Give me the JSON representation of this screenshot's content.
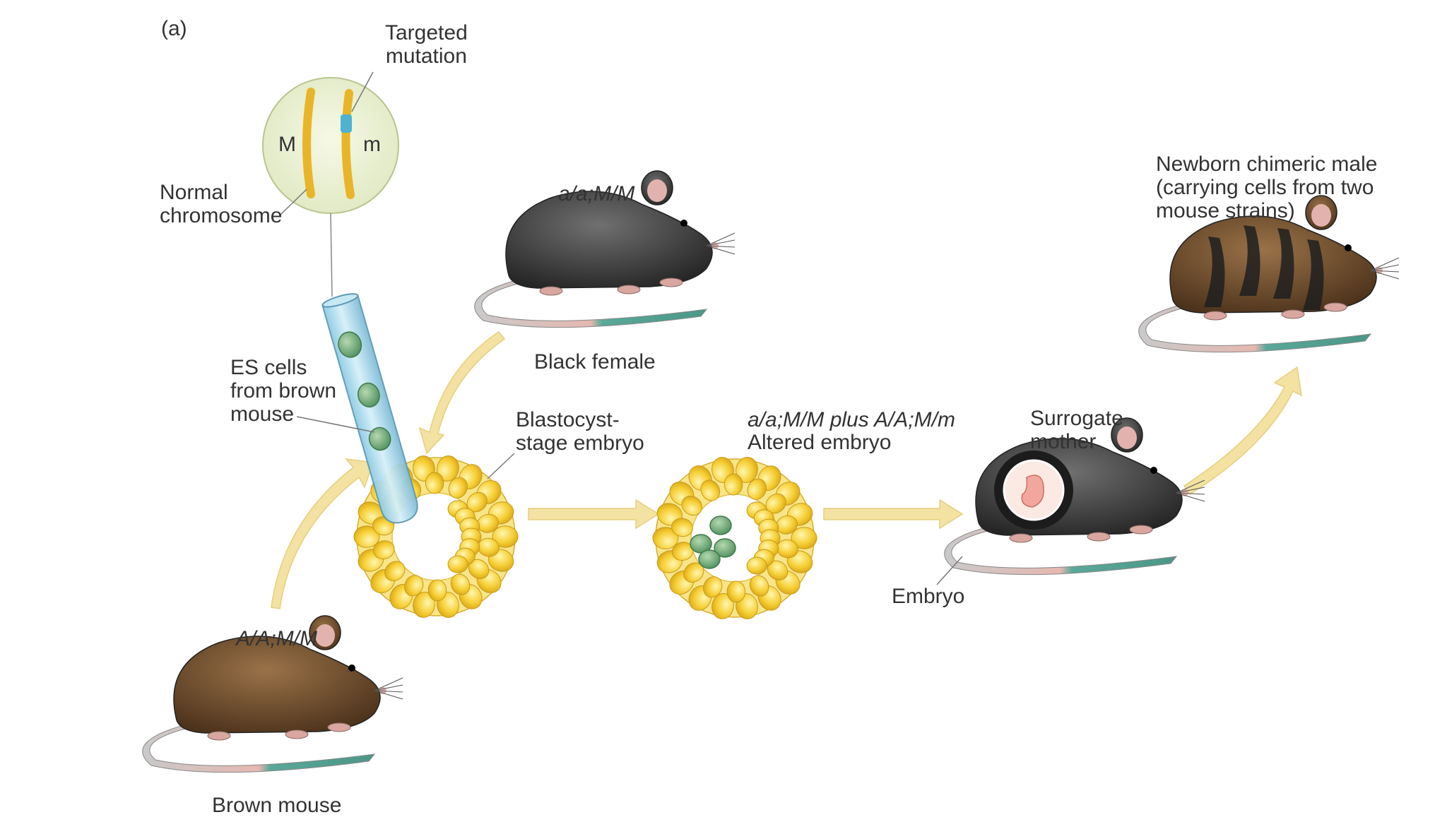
{
  "panel_label": "(a)",
  "labels": {
    "targeted_mutation": "Targeted\nmutation",
    "normal_chromosome": "Normal\nchromosome",
    "chrom_M": "M",
    "chrom_m": "m",
    "es_cells": "ES cells\nfrom brown\nmouse",
    "black_female_genotype": "a/a;M/M",
    "black_female": "Black female",
    "blastocyst": "Blastocyst-\nstage embryo",
    "altered_genotype": "a/a;M/M plus A/A;M/m",
    "altered_embryo": "Altered embryo",
    "surrogate": "Surrogate\nmother",
    "embryo": "Embryo",
    "newborn": "Newborn chimeric male\n(carrying cells from two\nmouse strains)",
    "brown_genotype": "A/A;M/M",
    "brown_mouse": "Brown mouse"
  },
  "colors": {
    "arrow": "#f3e2a2",
    "cell_yellow": "#f6cf35",
    "es_green": "#6faa78",
    "black_mouse": "#3a3a3a",
    "brown_mouse": "#6b4a2b",
    "ear_pink": "#e2b3ae",
    "tail_teal": "#5aa899",
    "circle_fill": "#eef3d4"
  }
}
